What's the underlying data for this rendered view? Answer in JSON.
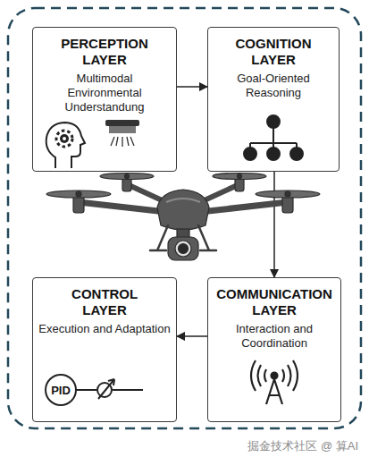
{
  "diagram": {
    "nodes": [
      {
        "text": [
          "PERCEPTION LAYER",
          "Multimodal Environmental Understandung"
        ]
      },
      {
        "text": [
          "COGNITION LAYER",
          "Goal-Oriented Reasoning"
        ]
      },
      {
        "text": [
          "CONTROL LAYER",
          "Execution and Adaptation"
        ]
      },
      {
        "text": [
          "COMMUNICATION LAYER",
          "Interaction and Coordination"
        ]
      }
    ],
    "edges": [
      {
        "from": 0,
        "to": 1,
        "arrow": "to"
      },
      {
        "from": 1,
        "to": 3,
        "arrow": "to"
      },
      {
        "from": 3,
        "to": 2,
        "arrow": "to"
      }
    ],
    "labels": [
      "PID",
      "掘金技术社区 @ 算AI"
    ]
  }
}
